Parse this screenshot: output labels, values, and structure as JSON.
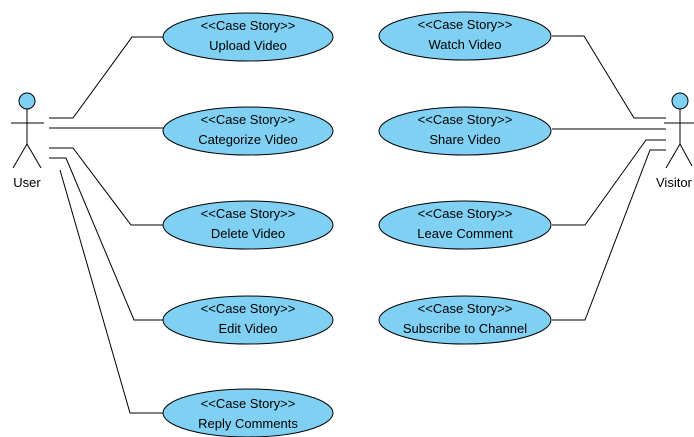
{
  "actors": {
    "user": {
      "label": "User"
    },
    "visitor": {
      "label": "Visitor"
    }
  },
  "use_cases": [
    {
      "id": "upload-video",
      "stereotype": "<<Case Story>>",
      "label": "Upload Video",
      "actor": "user"
    },
    {
      "id": "categorize-video",
      "stereotype": "<<Case Story>>",
      "label": "Categorize Video",
      "actor": "user"
    },
    {
      "id": "delete-video",
      "stereotype": "<<Case Story>>",
      "label": "Delete Video",
      "actor": "user"
    },
    {
      "id": "edit-video",
      "stereotype": "<<Case Story>>",
      "label": "Edit Video",
      "actor": "user"
    },
    {
      "id": "reply-comments",
      "stereotype": "<<Case Story>>",
      "label": "Reply Comments",
      "actor": "user"
    },
    {
      "id": "watch-video",
      "stereotype": "<<Case Story>>",
      "label": "Watch Video",
      "actor": "visitor"
    },
    {
      "id": "share-video",
      "stereotype": "<<Case Story>>",
      "label": "Share Video",
      "actor": "visitor"
    },
    {
      "id": "leave-comment",
      "stereotype": "<<Case Story>>",
      "label": "Leave Comment",
      "actor": "visitor"
    },
    {
      "id": "subscribe-to-channel",
      "stereotype": "<<Case Story>>",
      "label": "Subscribe to Channel",
      "actor": "visitor"
    }
  ],
  "colors": {
    "use_case_fill": "#7fd0f2",
    "stroke": "#000000",
    "background": "#ffffff"
  }
}
